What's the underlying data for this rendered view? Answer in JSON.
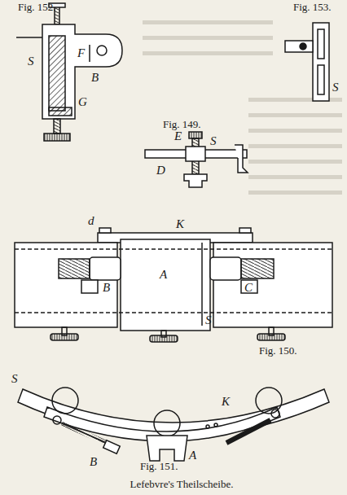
{
  "diagram": {
    "caption": "Lefebvre's Theilscheibe.",
    "labels": [
      "Fig. 152.",
      "Fig. 153.",
      "S",
      "F",
      "B",
      "G",
      "Fig. 149.",
      "E",
      "S",
      "D",
      "S",
      "d",
      "K",
      "B",
      "C",
      "A",
      "S",
      "Fig. 150.",
      "S",
      "K",
      "B",
      "A",
      "Fig. 151."
    ]
  }
}
